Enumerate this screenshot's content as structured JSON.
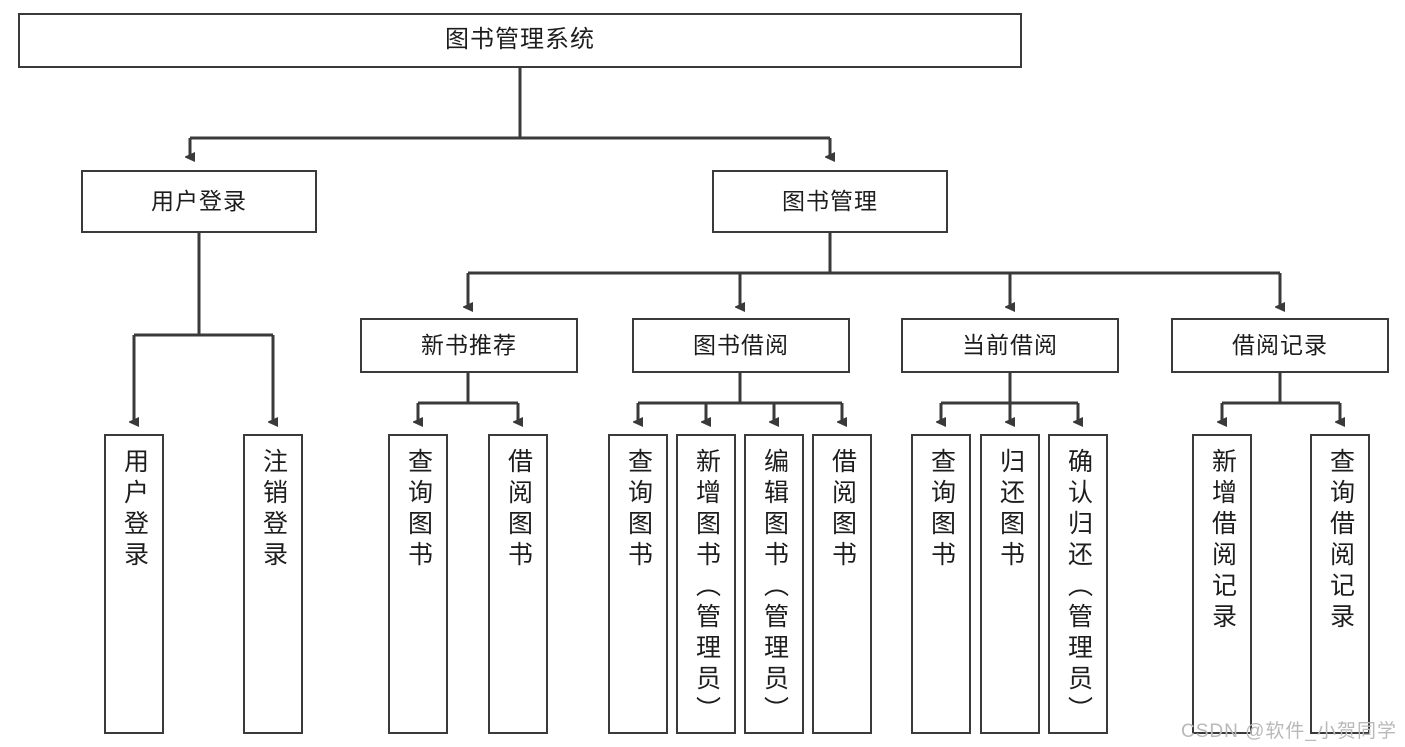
{
  "diagram": {
    "type": "tree-hierarchy",
    "title": "图书管理系统",
    "root": {
      "label": "图书管理系统"
    },
    "level2": [
      {
        "id": "user-login",
        "label": "用户登录"
      },
      {
        "id": "book-management",
        "label": "图书管理"
      }
    ],
    "level3": [
      {
        "id": "new-book-recommend",
        "label": "新书推荐",
        "parent": "book-management"
      },
      {
        "id": "book-borrow",
        "label": "图书借阅",
        "parent": "book-management"
      },
      {
        "id": "current-borrow",
        "label": "当前借阅",
        "parent": "book-management"
      },
      {
        "id": "borrow-record",
        "label": "借阅记录",
        "parent": "book-management"
      }
    ],
    "leaves": [
      {
        "id": "leaf-user-login",
        "label": "用户登录",
        "parent": "user-login"
      },
      {
        "id": "leaf-logout-login",
        "label": "注销登录",
        "parent": "user-login"
      },
      {
        "id": "leaf-query-book-1",
        "label": "查询图书",
        "parent": "new-book-recommend"
      },
      {
        "id": "leaf-borrow-book-1",
        "label": "借阅图书",
        "parent": "new-book-recommend"
      },
      {
        "id": "leaf-query-book-2",
        "label": "查询图书",
        "parent": "book-borrow"
      },
      {
        "id": "leaf-add-book",
        "label": "新增图书（管理员）",
        "parent": "book-borrow"
      },
      {
        "id": "leaf-edit-book",
        "label": "编辑图书（管理员）",
        "parent": "book-borrow"
      },
      {
        "id": "leaf-borrow-book-2",
        "label": "借阅图书",
        "parent": "book-borrow"
      },
      {
        "id": "leaf-query-book-3",
        "label": "查询图书",
        "parent": "current-borrow"
      },
      {
        "id": "leaf-return-book",
        "label": "归还图书",
        "parent": "current-borrow"
      },
      {
        "id": "leaf-confirm-return",
        "label": "确认归还（管理员）",
        "parent": "current-borrow"
      },
      {
        "id": "leaf-add-record",
        "label": "新增借阅记录",
        "parent": "borrow-record"
      },
      {
        "id": "leaf-query-record",
        "label": "查询借阅记录",
        "parent": "borrow-record"
      }
    ]
  },
  "watermark": {
    "text": "CSDN @软件_小贺同学"
  },
  "colors": {
    "stroke": "#3a3a3a",
    "text": "#1d1d1d",
    "background": "#ffffff",
    "watermark": "#b9b9b9"
  }
}
